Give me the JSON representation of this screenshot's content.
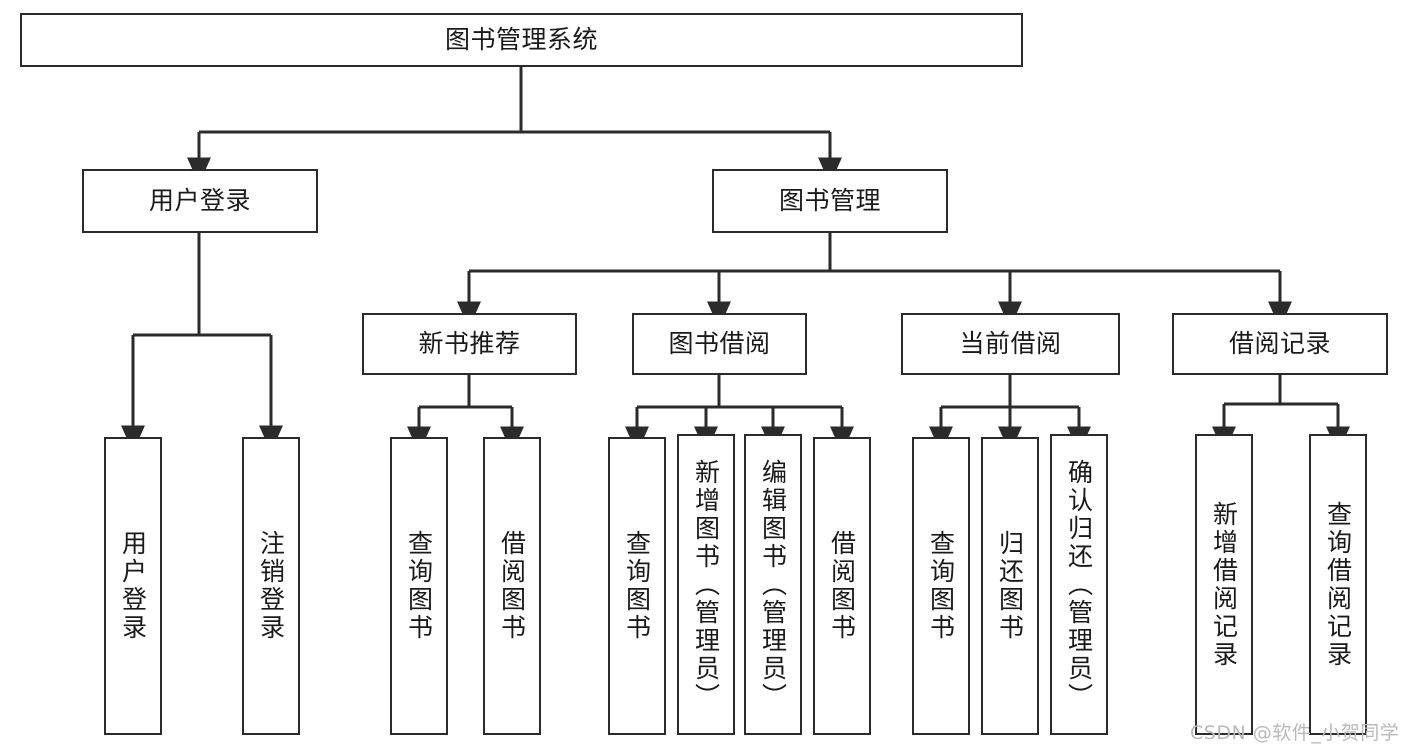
{
  "diagram": {
    "title_node": {
      "label": "图书管理系统"
    },
    "level2": [
      {
        "id": "user-login",
        "label": "用户登录"
      },
      {
        "id": "book-manage",
        "label": "图书管理"
      }
    ],
    "level3": [
      {
        "id": "new-book-recommend",
        "label": "新书推荐"
      },
      {
        "id": "book-borrow",
        "label": "图书借阅"
      },
      {
        "id": "current-borrow",
        "label": "当前借阅"
      },
      {
        "id": "borrow-record",
        "label": "借阅记录"
      }
    ],
    "leaves": {
      "user_login": [
        {
          "id": "leaf-user-login",
          "label": "用户登录"
        },
        {
          "id": "leaf-logout-login",
          "label": "注销登录"
        }
      ],
      "new_book_recommend": [
        {
          "id": "leaf-query-book-1",
          "label": "查询图书"
        },
        {
          "id": "leaf-borrow-book-1",
          "label": "借阅图书"
        }
      ],
      "book_borrow": [
        {
          "id": "leaf-query-book-2",
          "label": "查询图书"
        },
        {
          "id": "leaf-add-book-admin",
          "label": "新增图书（管理员）"
        },
        {
          "id": "leaf-edit-book-admin",
          "label": "编辑图书（管理员）"
        },
        {
          "id": "leaf-borrow-book-2",
          "label": "借阅图书"
        }
      ],
      "current_borrow": [
        {
          "id": "leaf-query-book-3",
          "label": "查询图书"
        },
        {
          "id": "leaf-return-book",
          "label": "归还图书"
        },
        {
          "id": "leaf-confirm-return-admin",
          "label": "确认归还（管理员）"
        }
      ],
      "borrow_record": [
        {
          "id": "leaf-add-borrow-record",
          "label": "新增借阅记录"
        },
        {
          "id": "leaf-query-borrow-record",
          "label": "查询借阅记录"
        }
      ]
    }
  },
  "watermark": {
    "text": "CSDN @软件_小贺同学"
  },
  "colors": {
    "stroke": "#2b2b2b",
    "node_fill": "#ffffff",
    "text": "#1a1a1a",
    "watermark": "#b9b9b9",
    "background": "#ffffff"
  }
}
